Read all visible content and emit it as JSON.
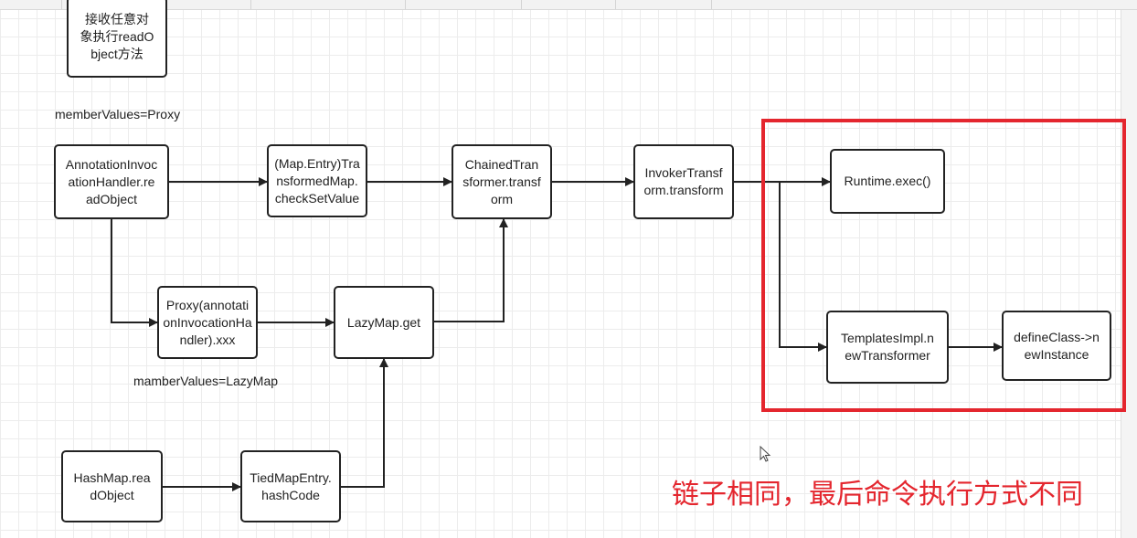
{
  "nodes": {
    "receive": "接收任意对象执行readObject方法",
    "annotation": "AnnotationInvocationHandler.readObject",
    "map_entry": "(Map.Entry)TransformedMap.checkSetValue",
    "chained": "ChainedTransformer.transform",
    "invoker": "InvokerTransform.transform",
    "runtime": "Runtime.exec()",
    "proxy": "Proxy(annotationInvocationHandler).xxx",
    "lazymap": "LazyMap.get",
    "templates": "TemplatesImpl.newTransformer",
    "defineclass": "defineClass->newInstance",
    "hashmap": "HashMap.readObject",
    "tiedmap": "TiedMapEntry.hashCode"
  },
  "labels": {
    "member_proxy": "memberValues=Proxy",
    "member_lazymap": "mamberValues=LazyMap"
  },
  "caption": "链子相同，最后命令执行方式不同",
  "colors": {
    "highlight": "#e4262e",
    "stroke": "#222222"
  },
  "icons": {
    "cursor": "mouse-pointer-icon"
  }
}
